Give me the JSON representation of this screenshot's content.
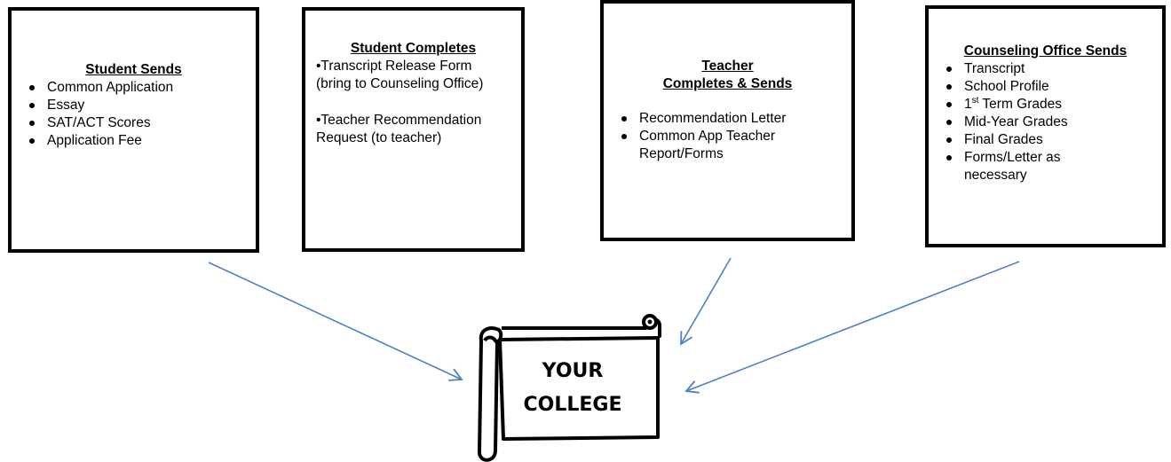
{
  "boxes": {
    "student_sends": {
      "title": "Student Sends",
      "items": [
        "Common Application",
        "Essay",
        "SAT/ACT Scores",
        "Application Fee"
      ]
    },
    "student_completes": {
      "title": "Student Completes",
      "items": [
        {
          "line1": "•Transcript Release Form",
          "line2": "(bring to Counseling Office)"
        },
        {
          "line1": "•Teacher Recommendation",
          "line2": "Request (to teacher)"
        }
      ]
    },
    "teacher": {
      "title_line1": "Teacher",
      "title_line2": "Completes & Sends",
      "items": [
        {
          "line1": "Recommendation Letter",
          "line2": ""
        },
        {
          "line1": "Common App Teacher",
          "line2": "Report/Forms"
        }
      ]
    },
    "counseling": {
      "title": "Counseling Office Sends",
      "items": [
        {
          "text": "Transcript"
        },
        {
          "text": "School Profile"
        },
        {
          "text_pre": "1",
          "sup": "st",
          "text_post": " Term Grades"
        },
        {
          "text": "Mid-Year Grades"
        },
        {
          "text": "Final Grades"
        },
        {
          "line1": "Forms/Letter as",
          "line2": "necessary"
        }
      ]
    }
  },
  "college": {
    "line1": "YOUR",
    "line2": "COLLEGE"
  },
  "colors": {
    "arrow": "#4f81bd",
    "border": "#000000"
  }
}
